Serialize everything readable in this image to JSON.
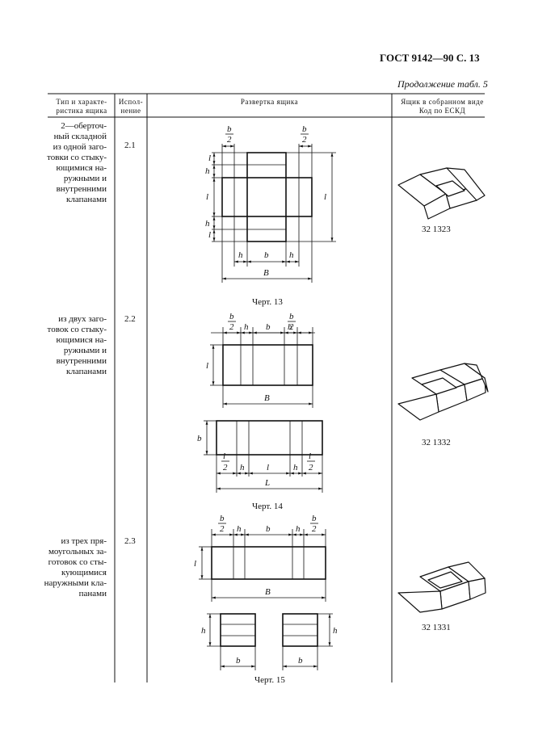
{
  "header": {
    "doc_code": "ГОСТ 9142—90 С. 13",
    "continuation": "Продолжение табл. 5"
  },
  "columns": {
    "type_line1": "Тип и характе-",
    "type_line2": "ристика ящика",
    "isp_line1": "Испол-",
    "isp_line2": "нение",
    "layout": "Развертка ящика",
    "box_line1": "Ящик в собранном виде",
    "box_line2": "Код по ЕСКД"
  },
  "rows": [
    {
      "type_text": "2—оберточ-\nный складной\nиз одной заго-\nтовки со стыку-\nющимися на-\nружными и\nвнутренними\nклапанами",
      "variant": "2.1",
      "code": "32 1323",
      "caption": "Черт. 13"
    },
    {
      "type_text": "из двух заго-\nтовок со стыку-\nющимися на-\nружными и\nвнутренними\nклапанами",
      "variant": "2.2",
      "code": "32 1332",
      "caption": "Черт. 14"
    },
    {
      "type_text": "из трех пря-\nмоугольных за-\nготовок со сты-\nкующимися\nнаружными кла-\nпанами",
      "variant": "2.3",
      "code": "32 1331",
      "caption": "Черт. 15"
    }
  ],
  "dim_labels": {
    "b": "b",
    "h": "h",
    "l": "l",
    "B": "B",
    "L": "L",
    "two": "2"
  }
}
